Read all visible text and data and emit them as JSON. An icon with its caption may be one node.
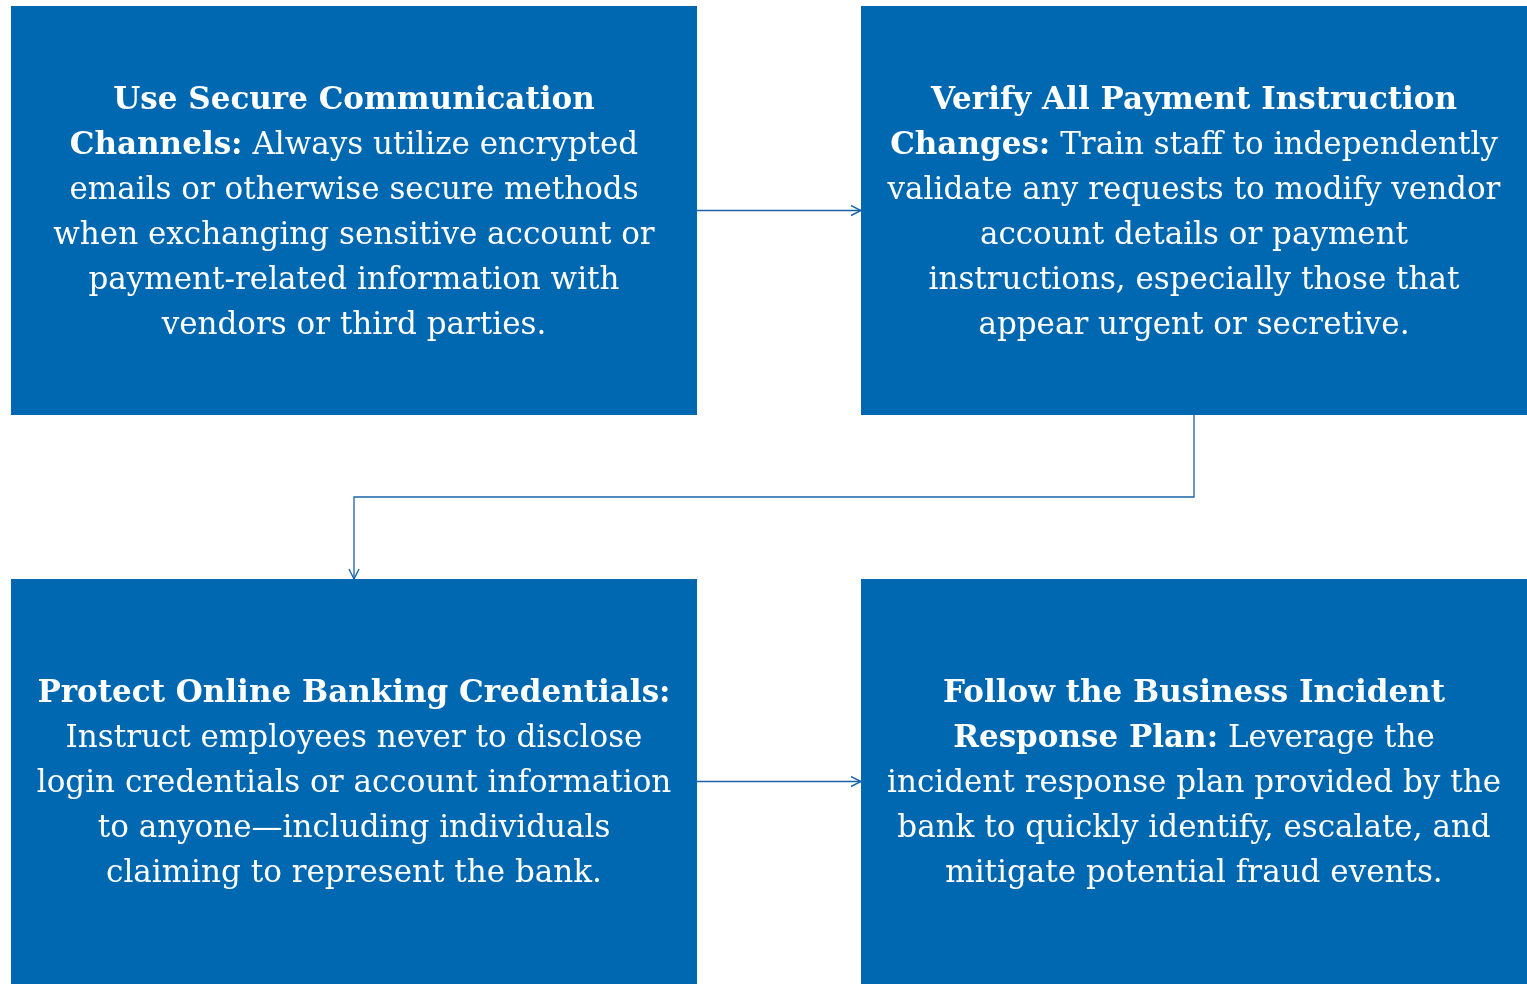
{
  "diagram": {
    "nodes": [
      {
        "text": [
          "**Use Secure Communication Channels:** Always utilize encrypted emails or otherwise secure methods when exchanging sensitive account or payment-related information with vendors or third parties."
        ]
      },
      {
        "text": [
          "**Verify All Payment Instruction Changes:** Train staff to independently validate any requests to modify vendor account details or payment instructions, especially those that appear urgent or secretive."
        ]
      },
      {
        "text": [
          "**Protect Online Banking Credentials:** Instruct employees never to disclose login credentials or account information to anyone—including individuals claiming to represent the bank."
        ]
      },
      {
        "text": [
          "**Follow the Business Incident Response Plan:** Leverage the incident response plan provided by the bank to quickly identify, escalate, and mitigate potential fraud events."
        ]
      }
    ],
    "edges": [
      {
        "from": 0,
        "to": 1,
        "arrow": "to"
      },
      {
        "from": 1,
        "to": 2,
        "arrow": "to"
      },
      {
        "from": 2,
        "to": 3,
        "arrow": "to"
      }
    ]
  }
}
